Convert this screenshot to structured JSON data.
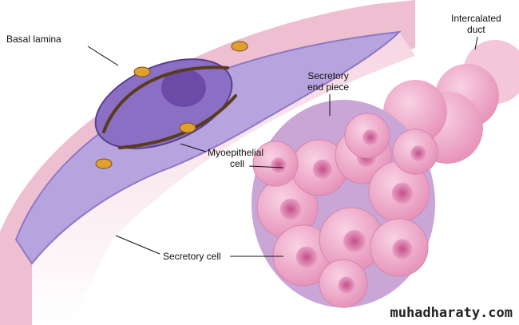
{
  "labels": {
    "basal_lamina": "Basal lamina",
    "intercalated_duct": "Intercalated\nduct",
    "intercalated_duct_line1": "Intercalated",
    "intercalated_duct_line2": "duct",
    "secretory_end_piece_line1": "Secretory",
    "secretory_end_piece_line2": "end piece",
    "myoepithelial_line1": "Myoepithelial",
    "myoepithelial_line2": "cell",
    "secretory_cell": "Secretory cell"
  },
  "watermark": "muhadharaty.com",
  "colors": {
    "lamina": "#e8b7c9",
    "myo": "#a68fd0",
    "nucleus": "#6d4fb0",
    "cell": "#f0a9c8",
    "cell_nucleus": "#d0679c"
  }
}
